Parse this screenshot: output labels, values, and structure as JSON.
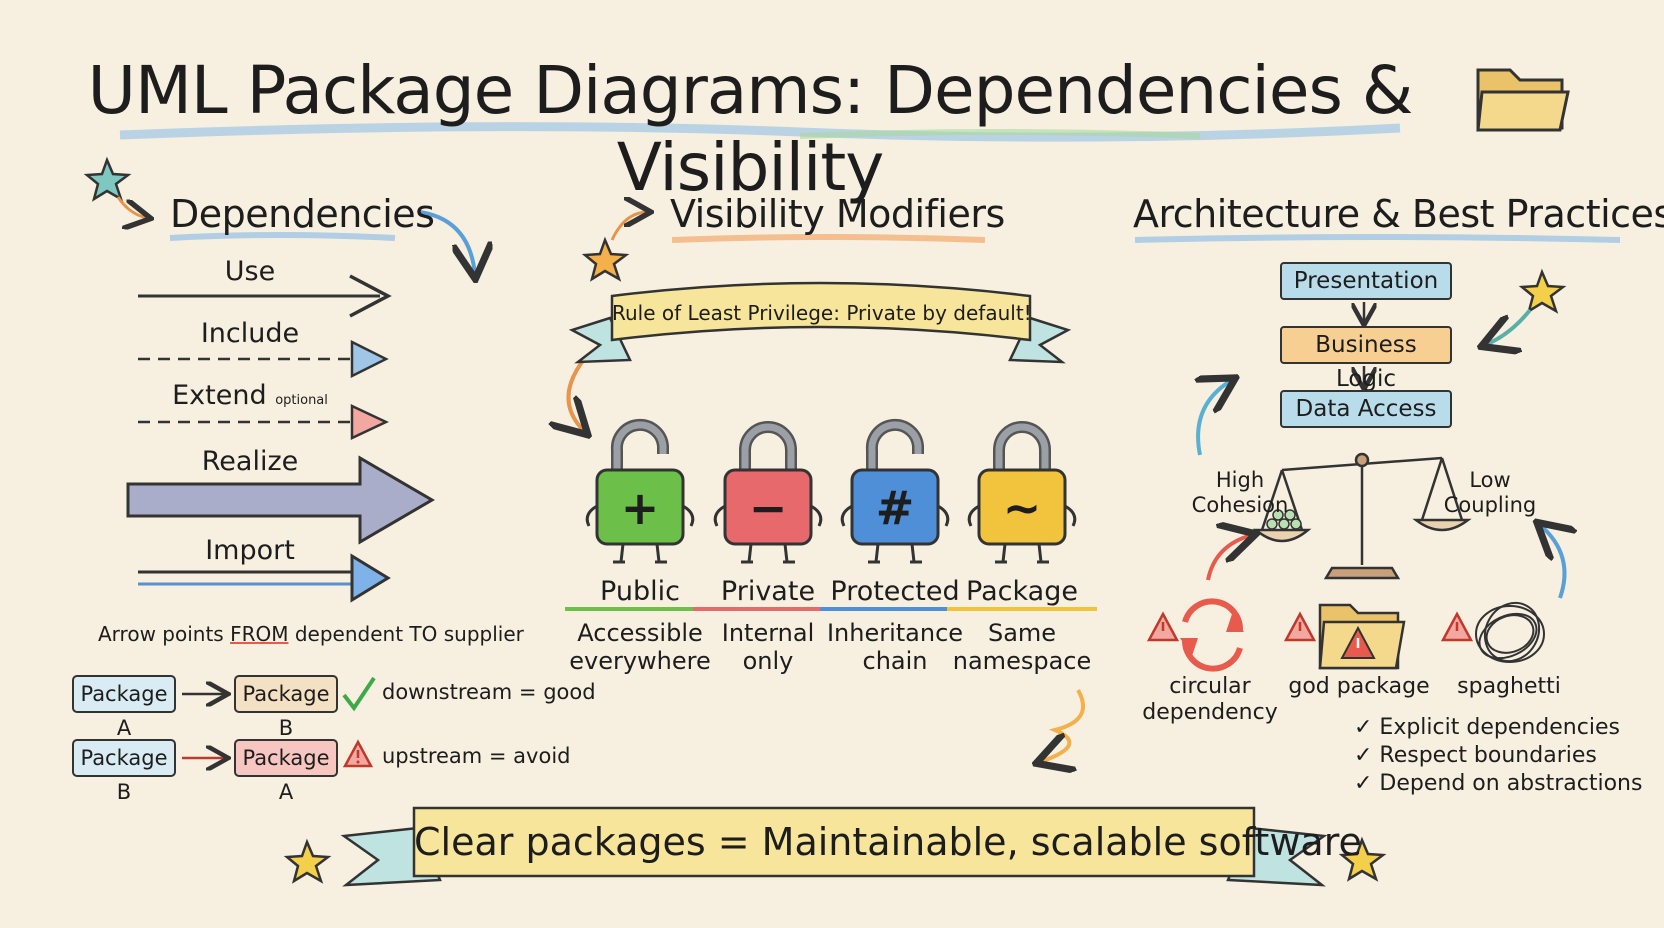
{
  "title": "UML Package Diagrams: Dependencies & Visibility",
  "sections": {
    "dependencies": "Dependencies",
    "visibility": "Visibility Modifiers",
    "architecture": "Architecture & Best Practices"
  },
  "arrows": [
    {
      "label": "Use"
    },
    {
      "label": "Include"
    },
    {
      "label": "Extend",
      "note": "optional"
    },
    {
      "label": "Realize"
    },
    {
      "label": "Import"
    }
  ],
  "direction_note": {
    "prefix": "Arrow points ",
    "from": "FROM",
    "middle": " dependent ",
    "to": "TO",
    "suffix": " supplier"
  },
  "examples": [
    {
      "from": "Package A",
      "to": "Package B",
      "verdict": "downstream = good"
    },
    {
      "from": "Package B",
      "to": "Package A",
      "verdict": "upstream = avoid"
    }
  ],
  "banner_top": "Rule of Least Privilege: Private by default!",
  "locks": [
    {
      "symbol": "+",
      "name": "Public",
      "desc1": "Accessible",
      "desc2": "everywhere",
      "color": "#6cc04a"
    },
    {
      "symbol": "−",
      "name": "Private",
      "desc1": "Internal",
      "desc2": "only",
      "color": "#e8696b"
    },
    {
      "symbol": "#",
      "name": "Protected",
      "desc1": "Inheritance",
      "desc2": "chain",
      "color": "#4f8fd8"
    },
    {
      "symbol": "~",
      "name": "Package",
      "desc1": "Same",
      "desc2": "namespace",
      "color": "#f2c33c"
    }
  ],
  "layers": [
    {
      "label": "Presentation",
      "color": "#b9dcea"
    },
    {
      "label": "Business Logic",
      "color": "#f8cf92"
    },
    {
      "label": "Data Access",
      "color": "#b9dcea"
    }
  ],
  "scale": {
    "left1": "High",
    "left2": "Cohesion",
    "right1": "Low",
    "right2": "Coupling"
  },
  "antipatterns": [
    {
      "line1": "circular",
      "line2": "dependency"
    },
    {
      "line1": "god package",
      "line2": ""
    },
    {
      "line1": "spaghetti",
      "line2": ""
    }
  ],
  "checklist": [
    "✓ Explicit dependencies",
    "✓ Respect boundaries",
    "✓ Depend on abstractions"
  ],
  "bottom_banner": "Clear packages = Maintainable, scalable software"
}
